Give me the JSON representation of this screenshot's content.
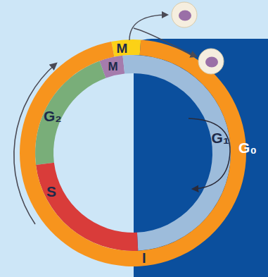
{
  "diagram": {
    "nodes": [
      {
        "text": [
          "M"
        ]
      },
      {
        "text": [
          "M"
        ]
      },
      {
        "text": [
          "G₂"
        ]
      },
      {
        "text": [
          "G₁"
        ]
      },
      {
        "text": [
          "S"
        ]
      },
      {
        "text": [
          "I"
        ]
      }
    ],
    "labels": [
      "G₀"
    ]
  }
}
